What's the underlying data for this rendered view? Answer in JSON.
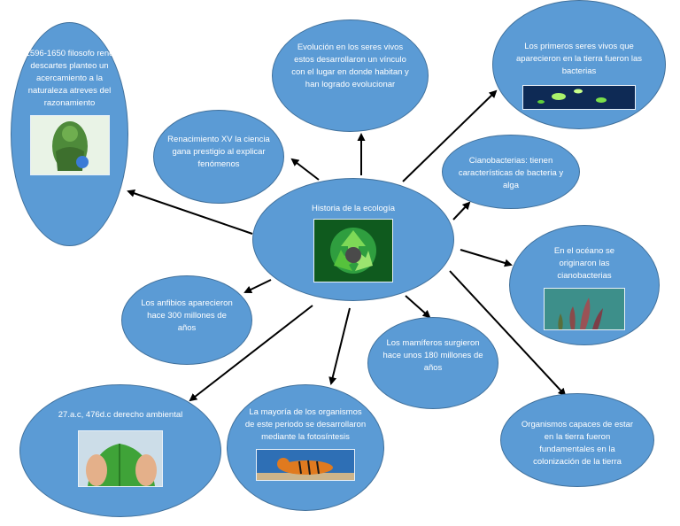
{
  "center": {
    "text": "Historia de la ecología",
    "image": "recycle-globe-icon"
  },
  "nodes": {
    "descartes": {
      "text": "1596-1650 filosofo rene descartes planteo un acercamiento a la naturaleza atreves del razonamiento",
      "image": "earth-goddess-icon"
    },
    "evolucion": {
      "text": "Evolución en los seres vivos estos desarrollaron un vínculo con el lugar en donde habitan y han logrado evolucionar"
    },
    "bacterias": {
      "text": "Los primeros seres vivos que aparecieron en la tierra fueron las bacterias",
      "image": "bacteria-icon"
    },
    "renacimiento": {
      "text": "Renacimiento XV la ciencia gana prestigio al explicar fenómenos"
    },
    "cianobacterias": {
      "text": "Cianobacterias: tienen características de bacteria y alga"
    },
    "oceano": {
      "text": "En el océano se originaron las cianobacterias",
      "image": "seaweed-icon"
    },
    "anfibios": {
      "text": "Los anfibios aparecieron hace 300 millones de años"
    },
    "mamiferos": {
      "text": "Los mamíferos surgieron hace unos 180 millones de años"
    },
    "derecho": {
      "text": "27.a.c, 476d.c derecho ambiental",
      "image": "hands-leaf-icon"
    },
    "fotosintesis": {
      "text": "La mayoría de los organismos de este periodo se desarrollaron mediante la fotosíntesis",
      "image": "tiger-icon"
    },
    "colonizacion": {
      "text": "Organismos capaces de estar en la tierra fueron fundamentales en la colonización de la tierra"
    }
  },
  "colors": {
    "node_fill": "#5b9bd5",
    "node_border": "#41719c",
    "text": "#ffffff",
    "arrow": "#000000"
  }
}
